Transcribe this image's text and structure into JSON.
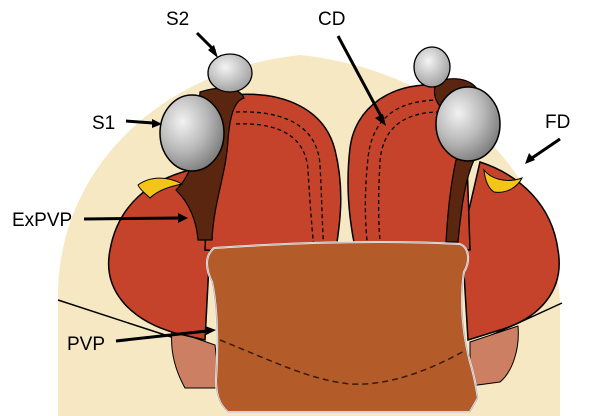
{
  "labels": {
    "s2": "S2",
    "cd": "CD",
    "s1": "S1",
    "fd": "FD",
    "expvp": "ExPVP",
    "pvp": "PVP"
  },
  "colors": {
    "background_yellow": "#f6e8c2",
    "lobe_red": "#c6432b",
    "plate_brown": "#b45b2a",
    "dark_brown": "#5a2610",
    "sensilla_gray": "#b9b9b9",
    "fd_yellow": "#f2c518",
    "lower_tan": "#cc7f62",
    "outline": "#000000"
  }
}
